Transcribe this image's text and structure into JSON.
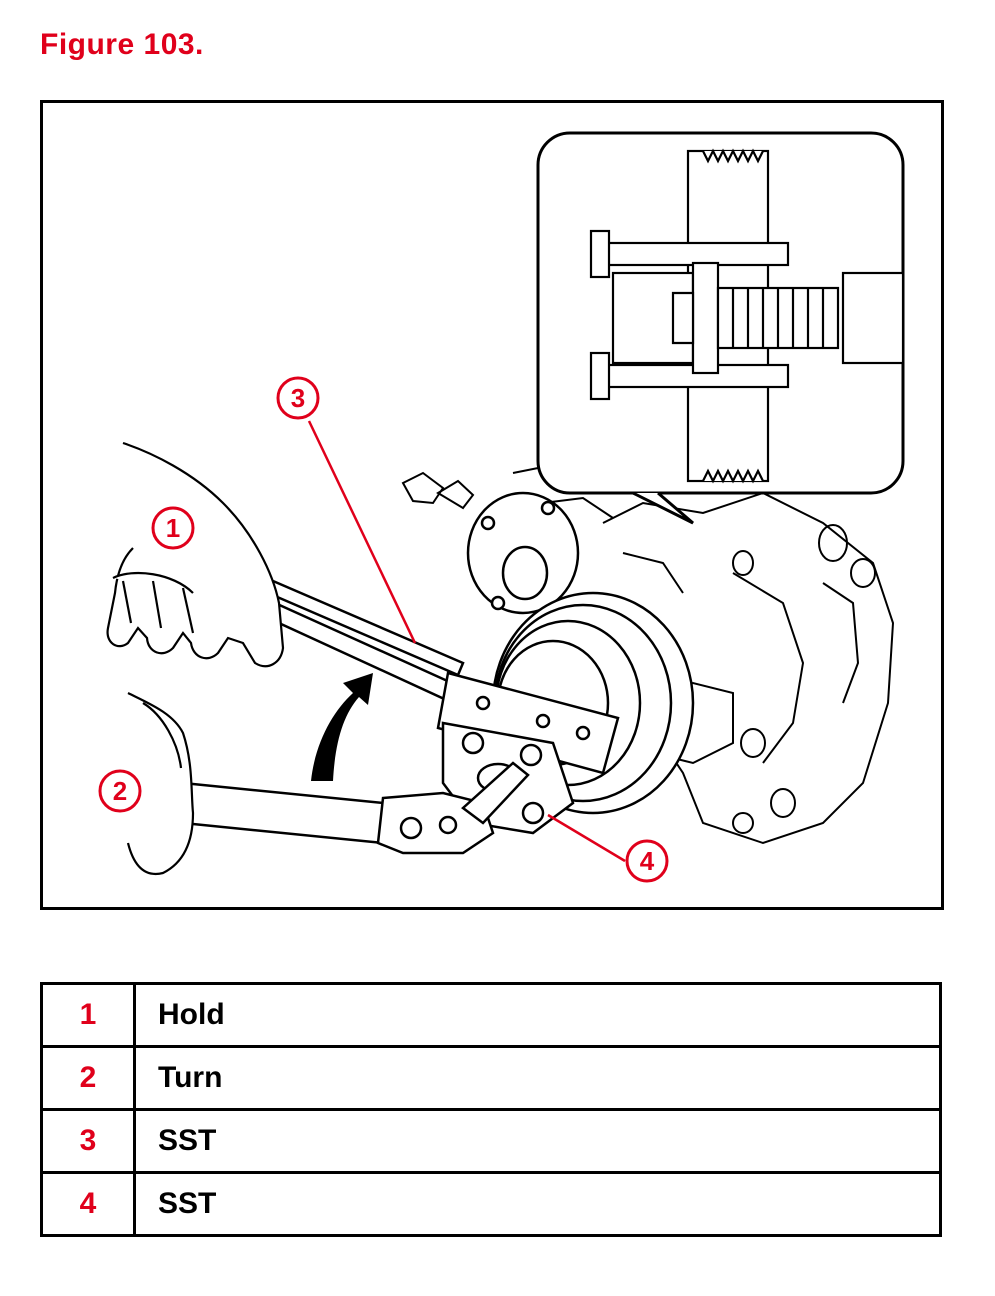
{
  "figure": {
    "title": "Figure 103.",
    "callouts": [
      "1",
      "2",
      "3",
      "4"
    ]
  },
  "legend": {
    "rows": [
      {
        "num": "1",
        "label": "Hold"
      },
      {
        "num": "2",
        "label": "Turn"
      },
      {
        "num": "3",
        "label": "SST"
      },
      {
        "num": "4",
        "label": "SST"
      }
    ]
  },
  "colors": {
    "accent": "#e0001b",
    "line": "#000000"
  }
}
